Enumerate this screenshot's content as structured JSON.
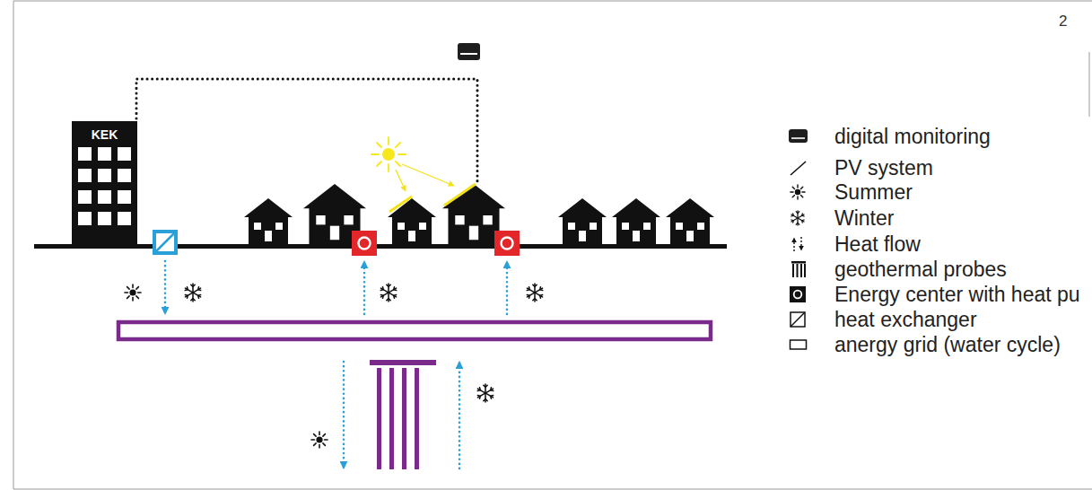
{
  "diagram": {
    "nodes": [
      {
        "text": [
          "KEK"
        ]
      }
    ],
    "labels": [
      "2"
    ],
    "legend": [
      {
        "text": "digital monitoring"
      },
      {
        "text": "PV system"
      },
      {
        "text": "Summer"
      },
      {
        "text": "Winter"
      },
      {
        "text": "Heat flow"
      },
      {
        "text": "geothermal probes"
      },
      {
        "text": "Energy center with heat pu"
      },
      {
        "text": "heat exchanger"
      },
      {
        "text": "anergy grid (water cycle)"
      }
    ]
  }
}
